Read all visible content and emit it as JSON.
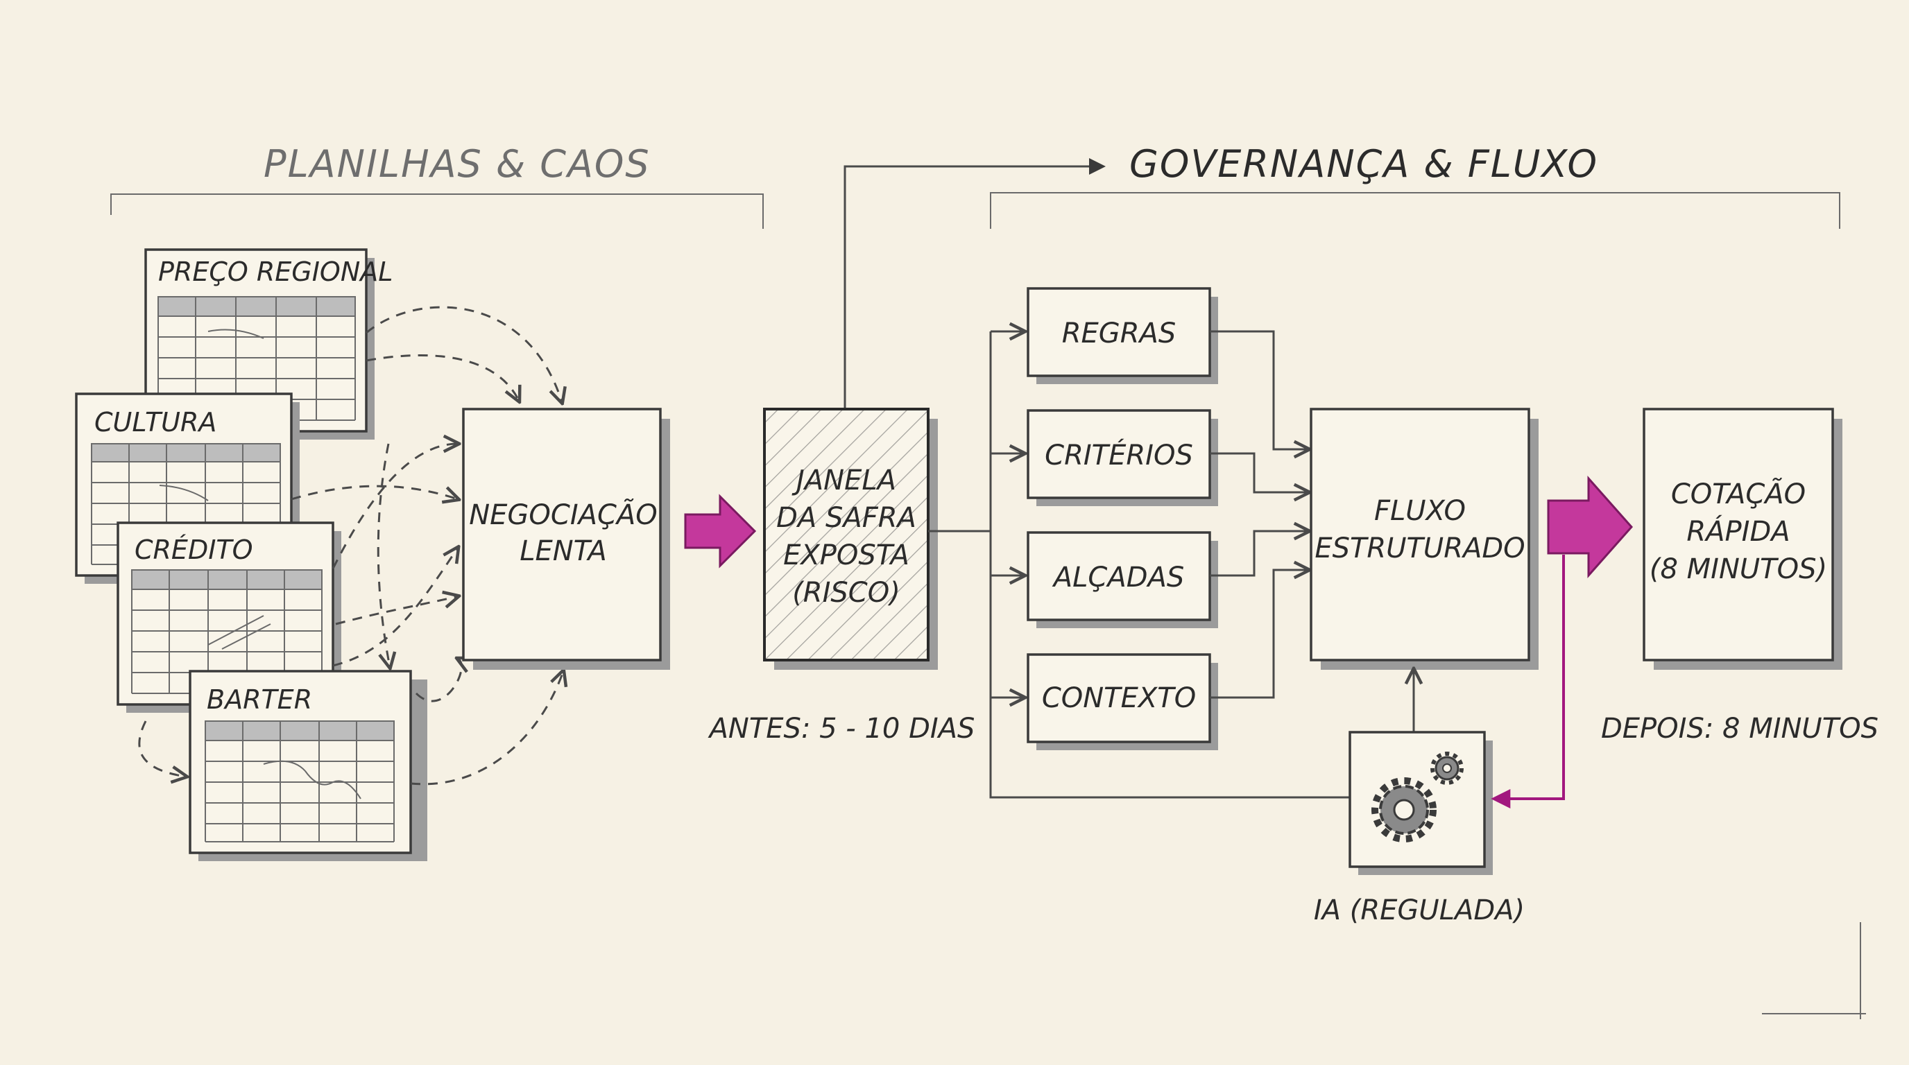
{
  "sections": {
    "left_title": "PLANILHAS & CAOS",
    "right_title": "GOVERNANÇA & FLUXO"
  },
  "sheets": [
    {
      "id": "preco",
      "label": "PREÇO REGIONAL"
    },
    {
      "id": "cultura",
      "label": "CULTURA"
    },
    {
      "id": "credito",
      "label": "CRÉDITO"
    },
    {
      "id": "barter",
      "label": "BARTER"
    }
  ],
  "boxes": {
    "negociacao": [
      "NEGOCIAÇÃO",
      "LENTA"
    ],
    "janela": [
      "JANELA",
      "DA SAFRA",
      "EXPOSTA",
      "(RISCO)"
    ],
    "fluxo": [
      "FLUXO",
      "ESTRUTURADO"
    ],
    "cotacao": [
      "COTAÇÃO",
      "RÁPIDA",
      "(8 MINUTOS)"
    ]
  },
  "inputs": [
    "REGRAS",
    "CRITÉRIOS",
    "ALÇADAS",
    "CONTEXTO"
  ],
  "captions": {
    "antes": "ANTES: 5 - 10 DIAS",
    "depois": "DEPOIS: 8 MINUTOS",
    "ia": "IA (REGULADA)"
  },
  "icons": {
    "ai": "gears-icon",
    "arrow_before": "block-arrow-icon",
    "arrow_after": "block-arrow-icon"
  },
  "colors": {
    "background": "#f6f1e4",
    "ink": "#2b2b2b",
    "accent": "#a2187e",
    "accent_fill": "#c4389c"
  }
}
